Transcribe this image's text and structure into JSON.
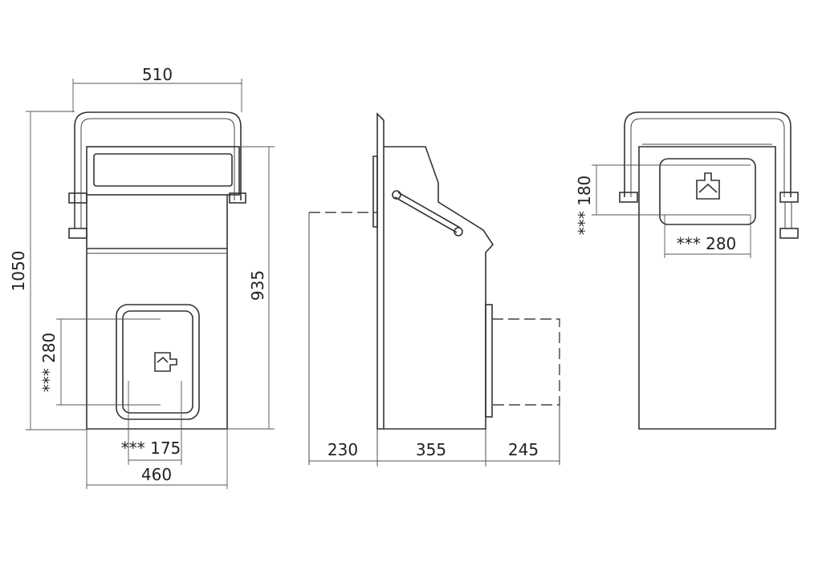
{
  "dimensions": {
    "front_width_top": "510",
    "total_height": "1050",
    "body_height": "935",
    "door_height": "*** 280",
    "door_offset": "*** 175",
    "front_width_bottom": "460",
    "side_depth_front": "230",
    "side_depth_body": "355",
    "side_depth_rear": "245",
    "rear_door_height": "*** 180",
    "rear_door_width": "*** 280"
  },
  "colors": {
    "line": "#333333",
    "text": "#222222",
    "background": "#ffffff"
  }
}
